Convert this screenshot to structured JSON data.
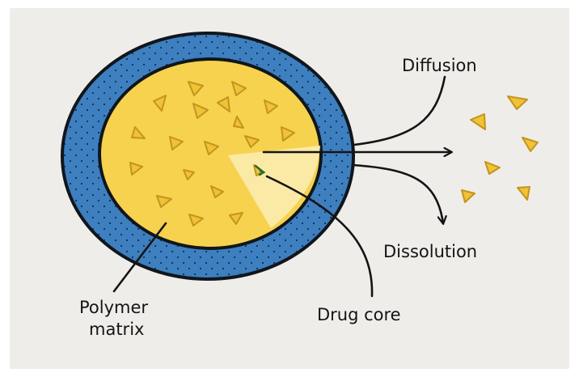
{
  "labels": {
    "diffusion": "Diffusion",
    "dissolution": "Dissolution",
    "polymer_line1": "Polymer",
    "polymer_line2": "matrix",
    "drug_core": "Drug core"
  },
  "colors": {
    "background": "#efedea",
    "outer_shell": "#3e7fbf",
    "outline": "#10161c",
    "core_yellow": "#f6d24e",
    "core_wedge": "#fbe9a6",
    "particle": "#f1c136",
    "particle_stroke": "#c2951d"
  }
}
